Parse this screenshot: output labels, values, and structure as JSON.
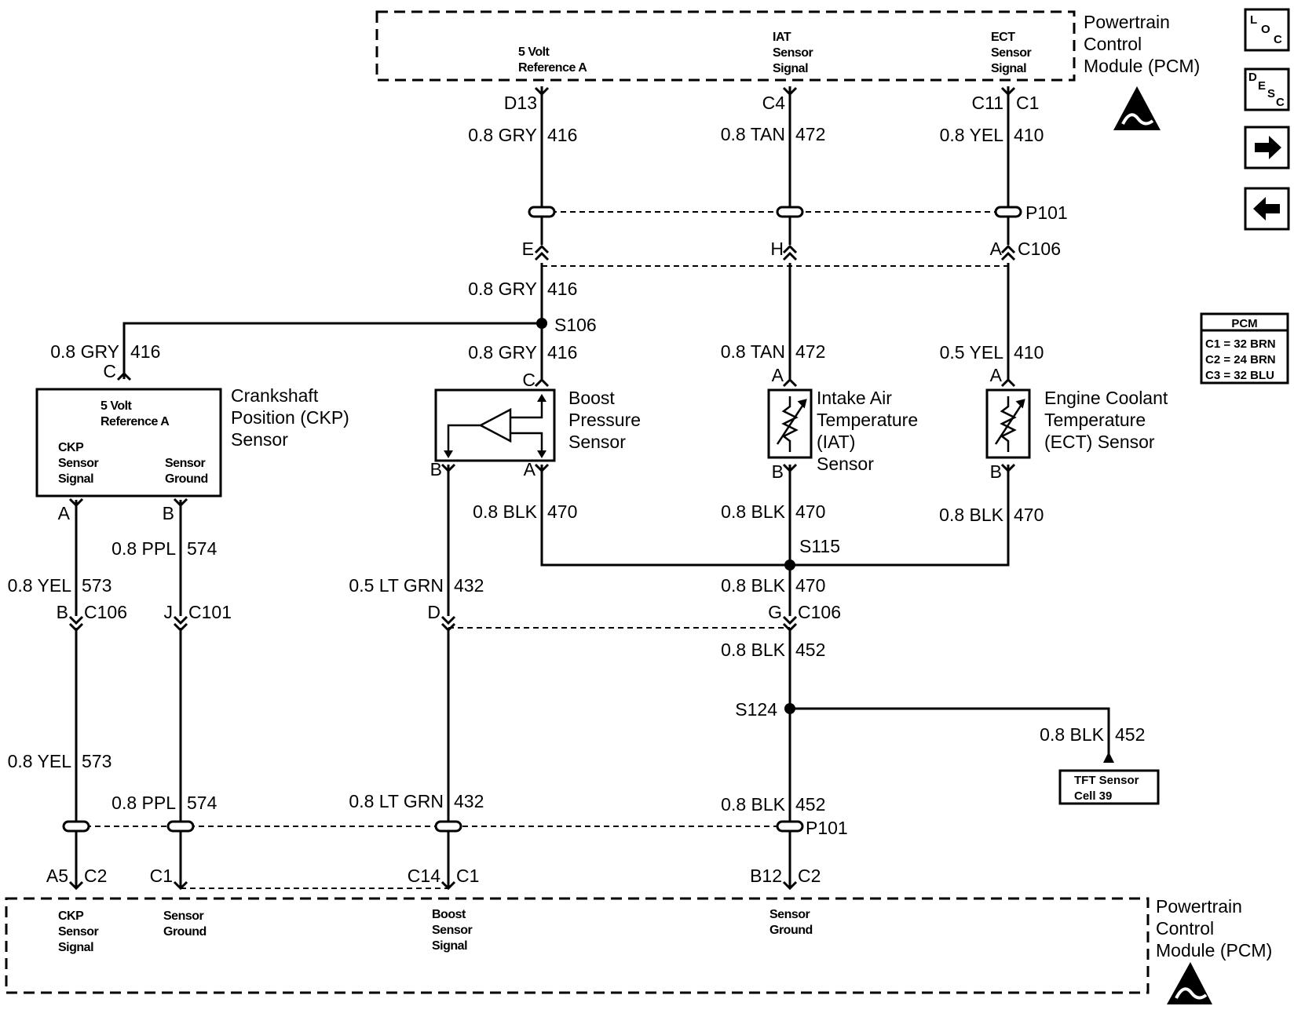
{
  "pcm_top": {
    "title": [
      "Powertrain",
      "Control",
      "Module (PCM)"
    ],
    "pins": {
      "ref5v": [
        "5 Volt",
        "Reference A"
      ],
      "iat": [
        "IAT",
        "Sensor",
        "Signal"
      ],
      "ect": [
        "ECT",
        "Sensor",
        "Signal"
      ]
    }
  },
  "pcm_bottom": {
    "title": [
      "Powertrain",
      "Control",
      "Module (PCM)"
    ],
    "pins": {
      "ckp": [
        "CKP",
        "Sensor",
        "Signal"
      ],
      "sg1": [
        "Sensor",
        "Ground"
      ],
      "boost": [
        "Boost",
        "Sensor",
        "Signal"
      ],
      "sg2": [
        "Sensor",
        "Ground"
      ]
    }
  },
  "nav": {
    "loc": [
      "L",
      "O",
      "C"
    ],
    "desc": [
      "D",
      "E",
      "S",
      "C"
    ],
    "forward": "forward-arrow",
    "back": "back-arrow"
  },
  "pcm_table": {
    "title": "PCM",
    "rows": [
      "C1 = 32 BRN",
      "C2 = 24 BRN",
      "C3 = 32 BLU"
    ]
  },
  "wires": {
    "w416": {
      "color": "0.8 GRY",
      "num": "416"
    },
    "w472": {
      "color": "0.8 TAN",
      "num": "472"
    },
    "w410a": {
      "color": "0.8 YEL",
      "num": "410"
    },
    "w410b": {
      "color": "0.5 YEL",
      "num": "410"
    },
    "w470": {
      "color": "0.8 BLK",
      "num": "470"
    },
    "w573": {
      "color": "0.8 YEL",
      "num": "573"
    },
    "w574": {
      "color": "0.8 PPL",
      "num": "574"
    },
    "w432a": {
      "color": "0.5 LT GRN",
      "num": "432"
    },
    "w432b": {
      "color": "0.8 LT GRN",
      "num": "432"
    },
    "w452": {
      "color": "0.8 BLK",
      "num": "452"
    }
  },
  "pins": {
    "D13": "D13",
    "C4": "C4",
    "C11": "C11",
    "C1": "C1",
    "E": "E",
    "H": "H",
    "A": "A",
    "B": "B",
    "C": "C",
    "D": "D",
    "G": "G",
    "J": "J",
    "A5": "A5",
    "C2": "C2",
    "C14": "C14",
    "B12": "B12"
  },
  "connectors": {
    "P101": "P101",
    "C106": "C106",
    "C101": "C101"
  },
  "splices": {
    "S106": "S106",
    "S115": "S115",
    "S124": "S124"
  },
  "components": {
    "ckp": {
      "name": [
        "Crankshaft",
        "Position (CKP)",
        "Sensor"
      ],
      "ref": [
        "5 Volt",
        "Reference A"
      ],
      "sig": [
        "CKP",
        "Sensor",
        "Signal"
      ],
      "gnd": [
        "Sensor",
        "Ground"
      ]
    },
    "boost": {
      "name": [
        "Boost",
        "Pressure",
        "Sensor"
      ]
    },
    "iat": {
      "name": [
        "Intake Air",
        "Temperature",
        "(IAT)",
        "Sensor"
      ]
    },
    "ect": {
      "name": [
        "Engine Coolant",
        "Temperature",
        "(ECT) Sensor"
      ]
    },
    "tft": {
      "lines": [
        "TFT Sensor",
        "Cell 39"
      ]
    }
  }
}
